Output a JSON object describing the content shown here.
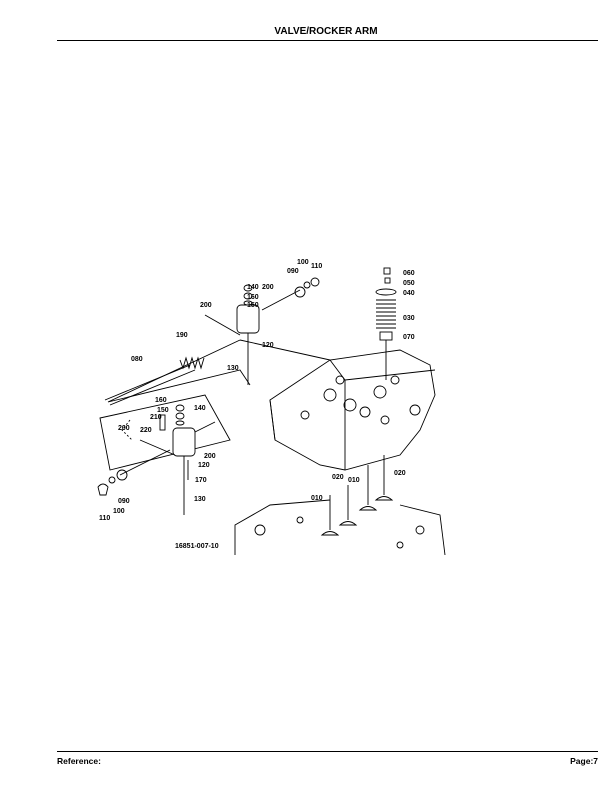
{
  "header": {
    "title": "VALVE/ROCKER ARM"
  },
  "diagram": {
    "caption": "16851-007-10",
    "callouts": [
      "060",
      "050",
      "040",
      "030",
      "070",
      "100",
      "110",
      "090",
      "140",
      "160",
      "150",
      "200",
      "200",
      "190",
      "080",
      "120",
      "130",
      "160",
      "150",
      "140",
      "210",
      "220",
      "200",
      "200",
      "120",
      "170",
      "130",
      "090",
      "100",
      "110",
      "020",
      "010",
      "020",
      "010"
    ]
  },
  "footer": {
    "reference_label": "Reference:",
    "page_label": "Page:7"
  }
}
